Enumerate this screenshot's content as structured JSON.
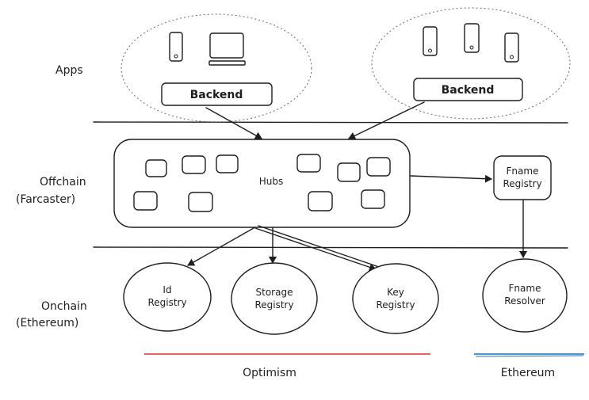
{
  "layers": {
    "apps": "Apps",
    "offchain_line1": "Offchain",
    "offchain_line2": "(Farcaster)",
    "onchain_line1": "Onchain",
    "onchain_line2": "(Ethereum)"
  },
  "apps": {
    "left_backend": "Backend",
    "right_backend": "Backend"
  },
  "offchain": {
    "hubs": "Hubs",
    "fname_registry_line1": "Fname",
    "fname_registry_line2": "Registry"
  },
  "onchain": {
    "id_registry_line1": "Id",
    "id_registry_line2": "Registry",
    "storage_registry_line1": "Storage",
    "storage_registry_line2": "Registry",
    "key_registry_line1": "Key",
    "key_registry_line2": "Registry",
    "fname_resolver_line1": "Fname",
    "fname_resolver_line2": "Resolver"
  },
  "networks": {
    "optimism": "Optimism",
    "optimism_color": "#e03131",
    "ethereum": "Ethereum",
    "ethereum_color": "#1971c2"
  }
}
